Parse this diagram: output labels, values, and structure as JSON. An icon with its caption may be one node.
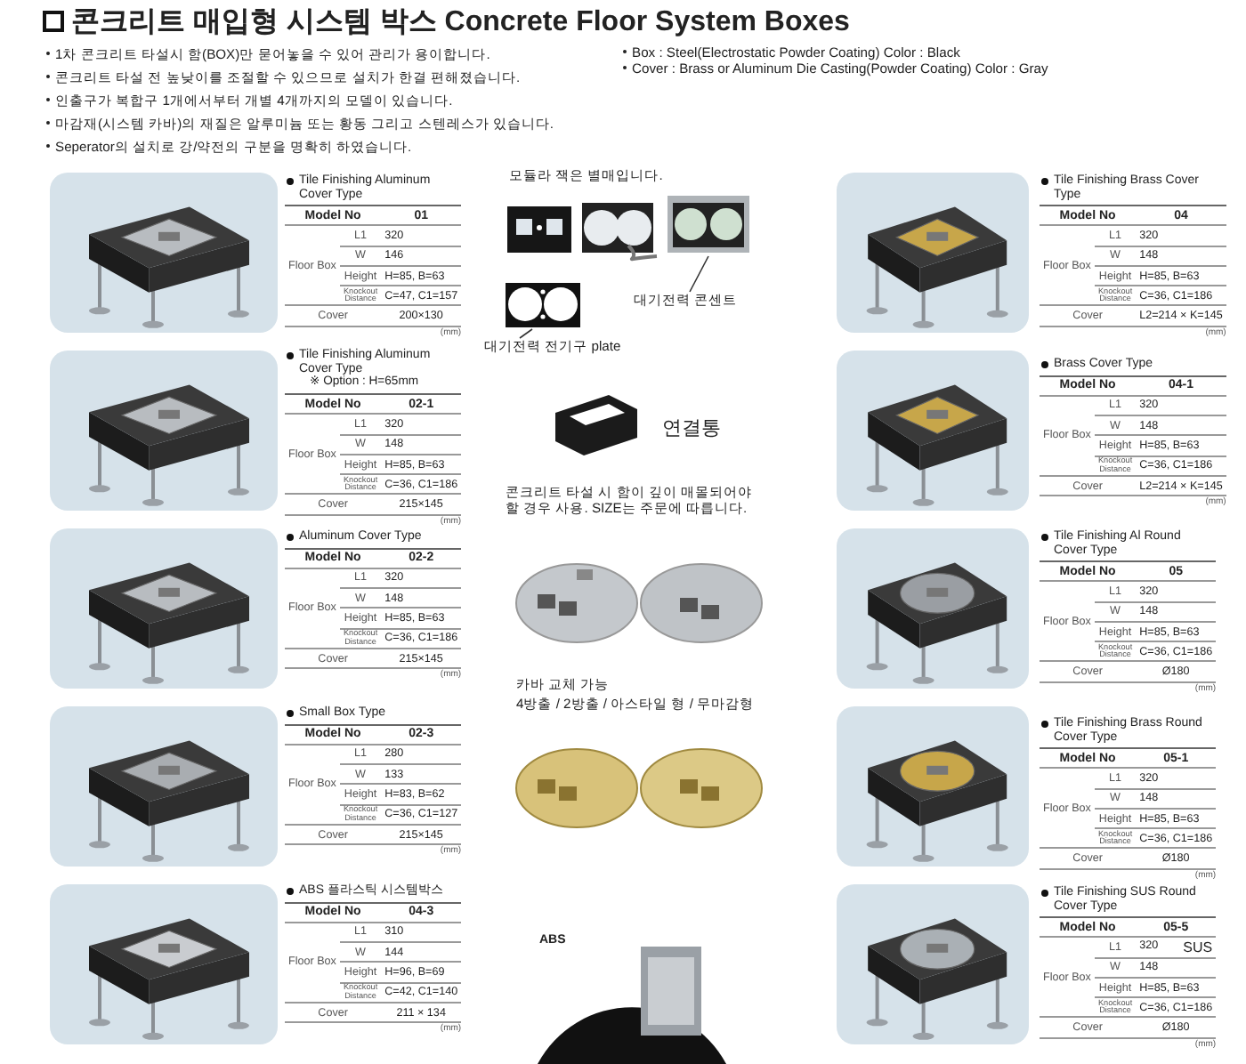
{
  "diagram": {
    "title": "콘크리트 매입형 시스템 박스 Concrete Floor System Boxes",
    "nodes": [
      {
        "text": [
          "대기전력 콘센트"
        ]
      },
      {
        "text": [],
        "shape": "picture"
      },
      {
        "text": [
          "대기전력 전기구 plate"
        ]
      },
      {
        "text": [],
        "shape": "picture"
      }
    ],
    "edges": [
      {
        "from": 0,
        "to": 1,
        "arrow": "none"
      },
      {
        "from": 2,
        "to": 3,
        "arrow": "none"
      }
    ],
    "labels": [
      "1차 콘크리트 타설시 함(BOX)만 묻어놓을 수 있어 관리가 용이합니다.",
      "콘크리트 타설 전 높낮이를 조절할 수 있으므로 설치가 한결 편해졌습니다.",
      "인출구가 복합구 1개에서부터 개별 4개까지의 모델이 있습니다.",
      "마감재(시스템 카바)의 재질은 알루미늄 또는 황동 그리고 스텐레스가 있습니다.",
      "Seperator의 설치로 강/약전의 구분을 명확히 하였습니다.",
      "Box : Steel(Electrostatic Powder Coating) Color : Black",
      "Cover : Brass or Aluminum Die Casting(Powder Coating) Color : Gray",
      "Tile Finishing Aluminum Cover Type",
      "Model No",
      "01",
      "Floor Box",
      "L1",
      "320",
      "W",
      "146",
      "Height",
      "H=85, B=63",
      "Knockout Distance",
      "C=47, C1=157",
      "Cover",
      "200×130",
      "(mm)",
      "Tile Finishing Aluminum Cover Type",
      "※ Option : H=65mm",
      "Model No",
      "02-1",
      "Floor Box",
      "L1",
      "320",
      "W",
      "148",
      "Height",
      "H=85, B=63",
      "Knockout Distance",
      "C=36, C1=186",
      "Cover",
      "215×145",
      "(mm)",
      "Aluminum Cover Type",
      "Model No",
      "02-2",
      "Floor Box",
      "L1",
      "320",
      "W",
      "148",
      "Height",
      "H=85, B=63",
      "Knockout Distance",
      "C=36, C1=186",
      "Cover",
      "215×145",
      "(mm)",
      "Small Box Type",
      "Model No",
      "02-3",
      "Floor Box",
      "L1",
      "280",
      "W",
      "133",
      "Height",
      "H=83, B=62",
      "Knockout Distance",
      "C=36, C1=127",
      "Cover",
      "215×145",
      "(mm)",
      "ABS 플라스틱 시스템박스",
      "Model No",
      "04-3",
      "Floor Box",
      "L1",
      "310",
      "W",
      "144",
      "Height",
      "H=96, B=69",
      "Knockout Distance",
      "C=42, C1=140",
      "Cover",
      "211 × 134",
      "(mm)",
      "모듈라 잭은 별매입니다.",
      "연결통",
      "콘크리트 타설 시 함이 깊이 매몰되어야 할 경우 사용. SIZE는 주문에 따릅니다.",
      "카바 교체 가능",
      "4방출 / 2방출 / 아스타일 형 / 무마감형",
      "ABS",
      "Tile Finishing Brass Cover Type",
      "Model No",
      "04",
      "Floor Box",
      "L1",
      "320",
      "W",
      "148",
      "Height",
      "H=85, B=63",
      "Knockout Distance",
      "C=36, C1=186",
      "Cover",
      "L2=214 × K=145",
      "(mm)",
      "Brass Cover Type",
      "Model No",
      "04-1",
      "Floor Box",
      "L1",
      "320",
      "W",
      "148",
      "Height",
      "H=85, B=63",
      "Knockout Distance",
      "C=36, C1=186",
      "Cover",
      "L2=214 × K=145",
      "(mm)",
      "Tile Finishing Al Round Cover Type",
      "Model No",
      "05",
      "Floor Box",
      "L1",
      "320",
      "W",
      "148",
      "Height",
      "H=85, B=63",
      "Knockout Distance",
      "C=36, C1=186",
      "Cover",
      "Ø180",
      "(mm)",
      "Tile Finishing Brass Round Cover Type",
      "Model No",
      "05-1",
      "Floor Box",
      "L1",
      "320",
      "W",
      "148",
      "Height",
      "H=85, B=63",
      "Knockout Distance",
      "C=36, C1=186",
      "Cover",
      "Ø180",
      "(mm)",
      "Tile Finishing SUS Round Cover Type",
      "Model No",
      "05-5",
      "Floor Box",
      "L1",
      "320",
      "SUS",
      "W",
      "148",
      "Height",
      "H=85, B=63",
      "Knockout Distance",
      "C=36, C1=186",
      "Cover",
      "Ø180",
      "(mm)"
    ]
  }
}
